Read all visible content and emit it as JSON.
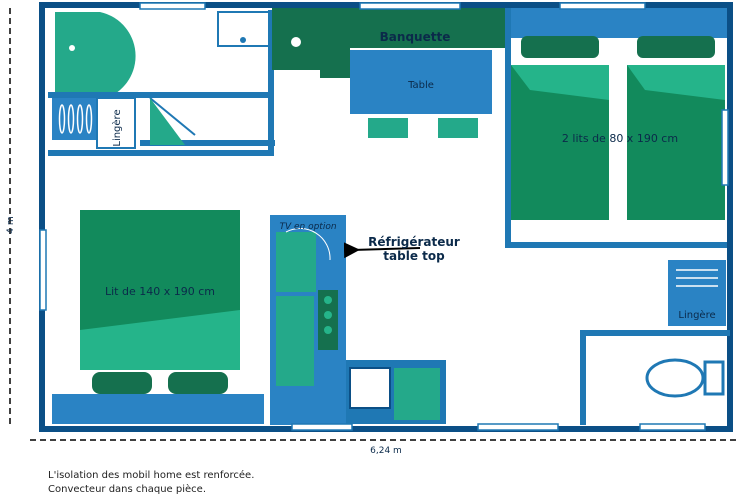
{
  "labels": {
    "banquette": "Banquette",
    "table": "Table",
    "twin_beds": "2 lits de 80 x 190 cm",
    "double_bed": "Lit de 140 x 190 cm",
    "linen_left": "Lingère",
    "linen_right": "Lingère",
    "tv_option": "TV en option",
    "fridge_line1": "Réfrigérateur",
    "fridge_line2": "table top"
  },
  "dimensions": {
    "width": "6,24 m",
    "height": "4 m"
  },
  "notes": {
    "line1": "L'isolation des mobil home est renforcée.",
    "line2": "Convecteur dans chaque pièce."
  },
  "colors": {
    "wall": "#1f78b4",
    "wall_dark": "#0b4f86",
    "bed_green": "#128a5c",
    "bed_light": "#25b48a",
    "teal": "#24a98a",
    "sofa": "#15704e",
    "table_blue": "#2a83c4"
  }
}
